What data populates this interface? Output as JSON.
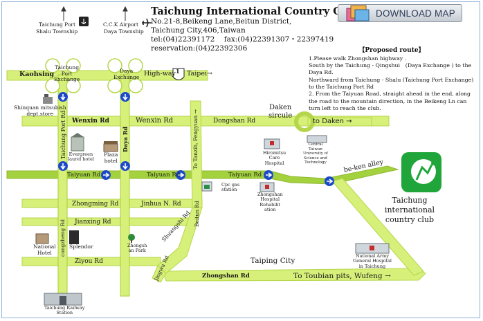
{
  "header": {
    "title": "Taichung International Country Club",
    "address_1": "No.21-8,Beikeng Lane,Beitun District,",
    "address_2": "Taichung City,406,Taiwan",
    "phone": "tel:(04)22391172",
    "fax": "fax:(04)22391307・22397419",
    "reservation": "reservation:(04)22392306"
  },
  "download": {
    "label": "DOWNLOAD MAP",
    "icon": "download-map-icon"
  },
  "route": {
    "heading": "【Proposed route】",
    "lines": [
      "1.Please walk Zhongshan highway .",
      "South by the Taichung - Qingshui　(Daya Exchange ) to the Daya Rd.",
      "Northward from Taichung - Shalu (Taichung Port Exchange) to the Taichung Port Rd",
      "2. From the Taiyuan Road, straight ahead in the end, along the road to the mountain direction, in the Beikeng Ln can turn left to reach the club."
    ]
  },
  "places": {
    "taichung_port": "Taichung Port",
    "shalu": "Shalu Township",
    "ccl_airport": "C.C.K Airport",
    "daya_township": "Daya Township",
    "kaohsing": "Kaohsing",
    "port_exchange_1": "Taichung",
    "port_exchange_2": "Port",
    "port_exchange_3": "Exchange",
    "daya_exchange_1": "Daya",
    "daya_exchange_2": "Exchange",
    "highway": "High-way",
    "highway_num": "1",
    "taipei": "Taipei→",
    "shinquan_1": "Shinquan mitsubish",
    "shinquan_2": "dept.store",
    "daken_1": "Daken",
    "daken_2": "sircule",
    "to_daken": "to  Daken →",
    "evergreen_1": "Evergreen",
    "evergreen_2": "laurel hotel",
    "plaza_1": "Plaza",
    "plaza_2": "hotel",
    "hiromitsu_1": "Hiromitsu",
    "hiromitsu_2": "Care",
    "hiromitsu_3": "Hospital",
    "ctust_1": "Central",
    "ctust_2": "Taiwan",
    "ctust_3": "University of",
    "ctust_4": "Science and",
    "ctust_5": "Technology",
    "cpc_1": "Cpc gas",
    "cpc_2": "station",
    "zhong_hosp_1": "Zhongshan",
    "zhong_hosp_2": "Hospital",
    "zhong_hosp_3": "Rehabilit",
    "zhong_hosp_4": "ation",
    "national_hotel_1": "National",
    "national_hotel_2": "Hotel",
    "splendor": "Splendor",
    "zhongshan_park_1": "Zhongsh",
    "zhongshan_park_2": "an Park",
    "taiping_city": "Taiping City",
    "army_hosp_1": "National Army",
    "army_hosp_2": "General Hospital",
    "army_hosp_3": "in Taichung",
    "railway_1": "Taichung Railway",
    "railway_2": "Station",
    "to_toubian": "To Toubian pits, Wufeng →",
    "club_1": "Taichung",
    "club_2": "international",
    "club_3": "country club"
  },
  "roads": {
    "wenxin_left": "Wenxin Rd",
    "wenxin_mid": "Wenxin Rd",
    "dongshan": "Dongshan Rd",
    "taiyuan_1": "Taiyuan Rd",
    "taiyuan_2": "Taiyuan Rd",
    "taiyuan_3": "Taiyuan Rd",
    "beiken_alley": "be-ken alley",
    "zhongming": "Zhongming Rd",
    "jinhua": "Jinhua N. Rd",
    "jianxing": "Jianxing Rd",
    "ziyou": "Ziyou Rd",
    "zhongshan_rd": "Zhongshan Rd",
    "taichung_port_rd": "Taichung Port Rd",
    "daya_rd": "Daya Rd",
    "to_tanzih": "To Tanzih, Fengyuan →",
    "beitun_rd": "Beitun Rd",
    "shuangshi_rd": "Shuangshi Rd",
    "jingwu_rd": "Jingwu Rd",
    "chengzheng_rd": "congzheng Rd"
  },
  "colors": {
    "road": "#d6f07a",
    "road_dark": "#a9cc3a",
    "main_road": "#9ccd3a",
    "arrow_blue": "#1b49c9",
    "club_green": "#1fa53a",
    "frame": "#8fb0d8"
  }
}
